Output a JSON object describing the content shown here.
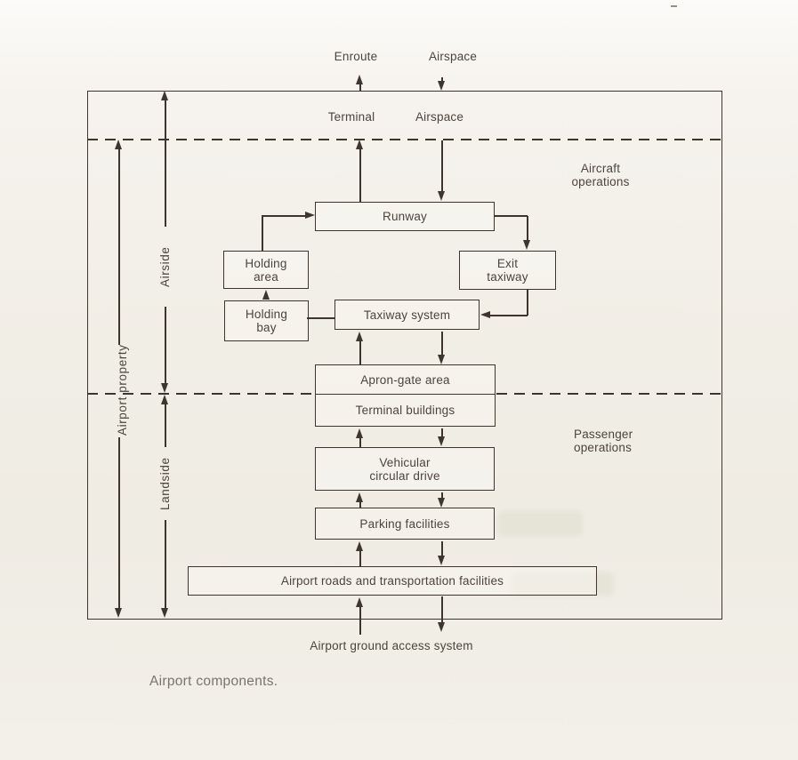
{
  "header_labels": {
    "enroute": "Enroute",
    "airspace_outer": "Airspace",
    "terminal": "Terminal",
    "airspace_inner": "Airspace"
  },
  "side_labels": {
    "airport_property": "Airport property",
    "airside": "Airside",
    "landside": "Landside"
  },
  "region_labels": {
    "aircraft_operations": [
      "Aircraft",
      "operations"
    ],
    "passenger_operations": [
      "Passenger",
      "operations"
    ]
  },
  "nodes": {
    "runway": "Runway",
    "holding_area": [
      "Holding",
      "area"
    ],
    "exit_taxiway": [
      "Exit",
      "taxiway"
    ],
    "holding_bay": [
      "Holding",
      "bay"
    ],
    "taxiway_system": "Taxiway system",
    "apron_gate_area": "Apron-gate area",
    "terminal_buildings": "Terminal buildings",
    "vehicular_circular_drive": [
      "Vehicular",
      "circular drive"
    ],
    "parking_facilities": "Parking facilities",
    "airport_roads": "Airport roads and transportation facilities"
  },
  "bottom_label": "Airport ground access system",
  "caption": "Airport components.",
  "colors": {
    "line": "#3e362c",
    "text": "#4d443c",
    "caption": "#7a746c",
    "paper": "#f1eee6"
  }
}
